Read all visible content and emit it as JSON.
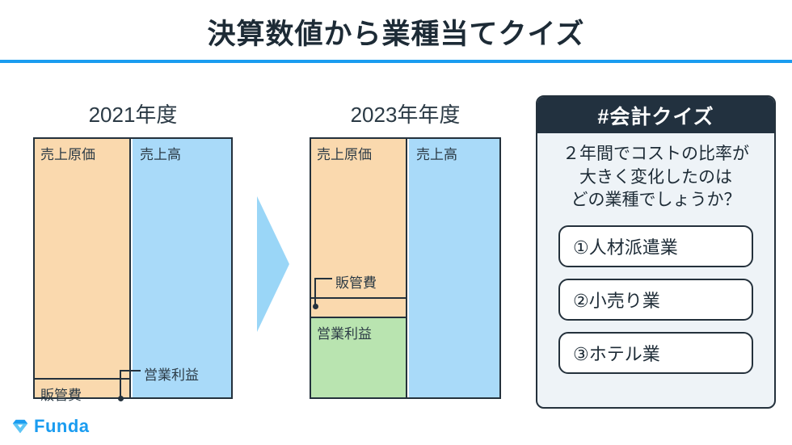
{
  "title": "決算数値から業種当てクイズ",
  "accent_color": "#1a9cf0",
  "charts": [
    {
      "heading": "2021年度",
      "cogs_label": "売上原価",
      "revenue_label": "売上高",
      "sga_label": "販管費",
      "profit_label": "営業利益"
    },
    {
      "heading": "2023年年度",
      "cogs_label": "売上原価",
      "revenue_label": "売上高",
      "sga_label": "販管費",
      "profit_label": "営業利益"
    }
  ],
  "chart_data": {
    "type": "bar",
    "title": "決算数値から業種当てクイズ",
    "xlabel": "",
    "ylabel": "",
    "grid": false,
    "legend": "none",
    "note": "Stacked cost-structure comparison: left column = costs (売上原価 + 販管費 + 営業利益), right column = 売上高 (100%)",
    "categories": [
      "2021年度",
      "2023年年度"
    ],
    "series": [
      {
        "name": "売上原価",
        "color": "#fad9ae",
        "values": [
          91,
          66
        ]
      },
      {
        "name": "販管費",
        "color": "#fad9ae",
        "values": [
          8,
          5
        ]
      },
      {
        "name": "営業利益",
        "color": "#b9e4b0",
        "values": [
          1,
          29
        ]
      },
      {
        "name": "売上高",
        "color": "#a9daf9",
        "values": [
          100,
          100
        ]
      }
    ],
    "ylim": [
      0,
      100
    ]
  },
  "quiz": {
    "header": "#会計クイズ",
    "question_lines": [
      "２年間でコストの比率が",
      "大きく変化したのは",
      "どの業種でしょうか？"
    ],
    "options": [
      "①人材派遣業",
      "②小売り業",
      "③ホテル業"
    ]
  },
  "logo": {
    "text": "Funda",
    "icon": "gem-icon",
    "color": "#1a9cf0"
  }
}
